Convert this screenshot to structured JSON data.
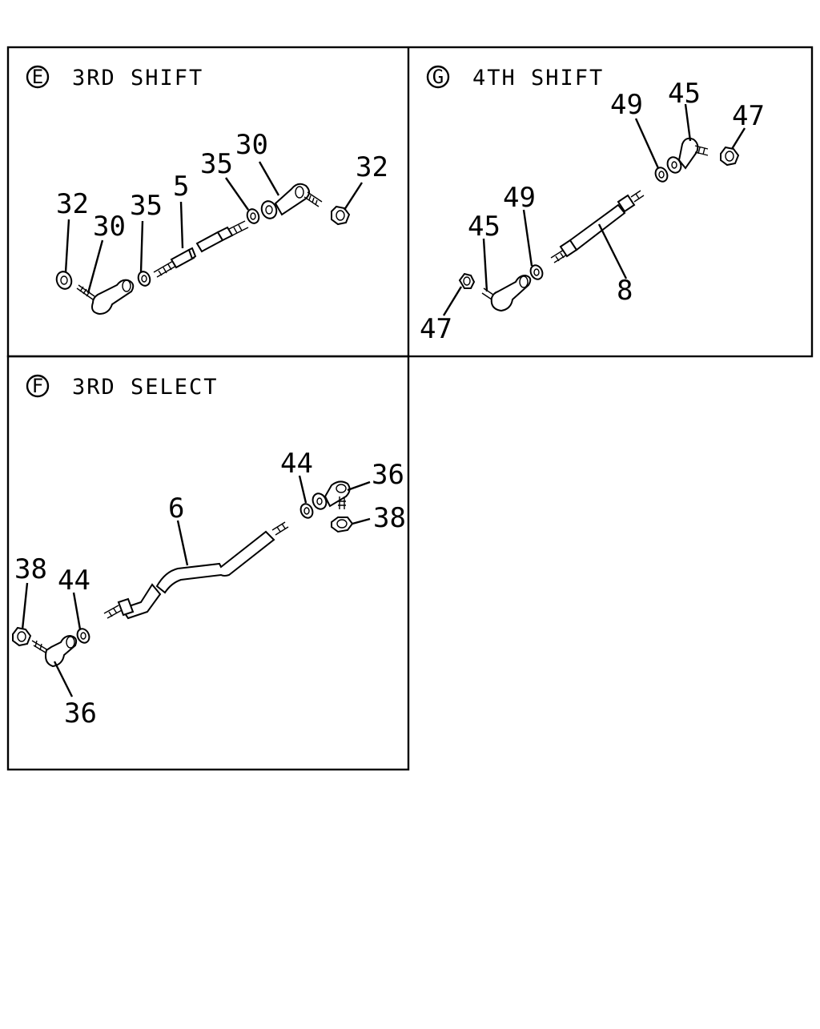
{
  "panels": {
    "E": {
      "letter": "E",
      "title": "3RD SHIFT",
      "labels": {
        "p32_left": "32",
        "p30_left": "30",
        "p35_left": "35",
        "p5": "5",
        "p35_right": "35",
        "p30_right": "30",
        "p32_right": "32"
      }
    },
    "G": {
      "letter": "G",
      "title": "4TH SHIFT",
      "labels": {
        "p49_top": "49",
        "p45_top": "45",
        "p47_top": "47",
        "p49_mid": "49",
        "p45_left": "45",
        "p8": "8",
        "p47_bottom": "47"
      }
    },
    "F": {
      "letter": "F",
      "title": "3RD SELECT",
      "labels": {
        "p44_top": "44",
        "p36_top": "36",
        "p6": "6",
        "p38_right": "38",
        "p38_left": "38",
        "p44_left": "44",
        "p36_bottom": "36"
      }
    }
  }
}
